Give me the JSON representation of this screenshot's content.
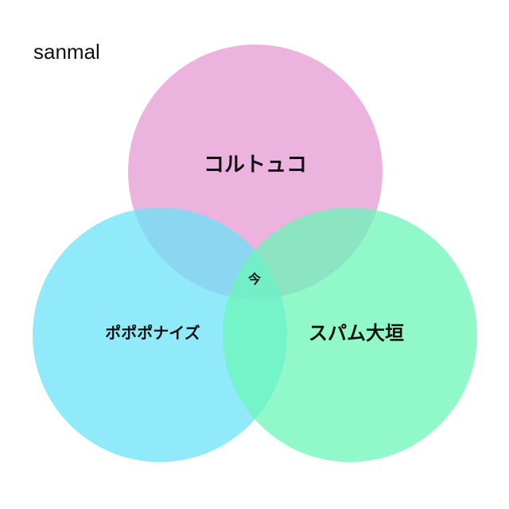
{
  "title": "sanmal",
  "sets": [
    {
      "label": "コルトュコ",
      "color": "#e9a6d8"
    },
    {
      "label": "ポポポナイズ",
      "color": "#6be3f7"
    },
    {
      "label": "スパム大垣",
      "color": "#6cf5b8"
    }
  ],
  "center_label": "今"
}
